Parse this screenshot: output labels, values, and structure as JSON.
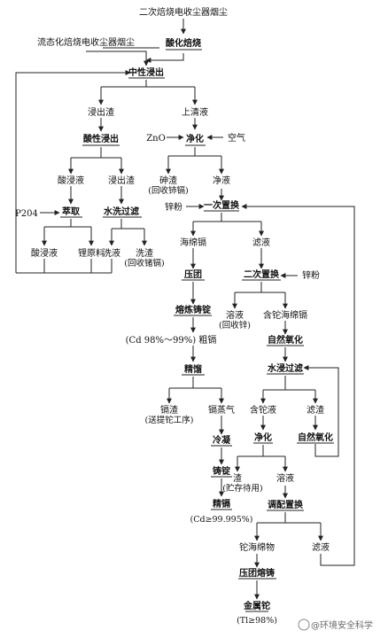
{
  "nodes": {
    "n1": {
      "text": "二次焙烧电收尘器烟尘"
    },
    "n2": {
      "text": "流态化焙烧电收尘器烟尘"
    },
    "n3": {
      "text": "酸化焙烧"
    },
    "n4": {
      "text": "中性浸出"
    },
    "n5": {
      "text": "浸出渣"
    },
    "n6": {
      "text": "上清液"
    },
    "n7": {
      "text": "酸性浸出"
    },
    "n8": {
      "text": "ZnO"
    },
    "n9": {
      "text": "净化"
    },
    "n10": {
      "text": "空气"
    },
    "n11": {
      "text": "酸浸液"
    },
    "n12": {
      "text": "浸出渣"
    },
    "n13": {
      "text": "砷渣",
      "sub": "(回收铈镉)"
    },
    "n14": {
      "text": "净液"
    },
    "n15": {
      "text": "P204"
    },
    "n16": {
      "text": "萃取"
    },
    "n17": {
      "text": "水洗过滤"
    },
    "n18": {
      "text": "锌粉"
    },
    "n19": {
      "text": "一次置换"
    },
    "n20": {
      "text": "酸浸液"
    },
    "n21": {
      "text": "锂原料"
    },
    "n22": {
      "text": "洗液"
    },
    "n23": {
      "text": "洗渣",
      "sub": "(回收锗镉)"
    },
    "n24": {
      "text": "海绵镉"
    },
    "n25": {
      "text": "滤液"
    },
    "n26": {
      "text": "压团"
    },
    "n27": {
      "text": "二次置换"
    },
    "n28": {
      "text": "锌粉"
    },
    "n29": {
      "text": "熔炼铸锭"
    },
    "n30": {
      "text": "溶液",
      "sub": "(回收锌)"
    },
    "n31": {
      "text": "含铊海绵镉"
    },
    "n32": {
      "text": "(Cd 98%～99%) 粗镉"
    },
    "n33": {
      "text": "自然氧化"
    },
    "n34": {
      "text": "精馏"
    },
    "n35": {
      "text": "水浸过滤"
    },
    "n36": {
      "text": "镉渣",
      "sub": "(送提铊工序)"
    },
    "n37": {
      "text": "镉蒸气"
    },
    "n38": {
      "text": "含铊液"
    },
    "n39": {
      "text": "滤渣"
    },
    "n40": {
      "text": "冷凝"
    },
    "n41": {
      "text": "净化"
    },
    "n42": {
      "text": "自然氧化"
    },
    "n43": {
      "text": "铸锭"
    },
    "n44": {
      "text": "渣",
      "sub": "(贮存待用)"
    },
    "n45": {
      "text": "溶液"
    },
    "n46": {
      "text": "精镉"
    },
    "n47": {
      "text": "(Cd≥99.995%)"
    },
    "n48": {
      "text": "调配置换"
    },
    "n49": {
      "text": "铊海绵物"
    },
    "n50": {
      "text": "滤液"
    },
    "n51": {
      "text": "压团熔铸"
    },
    "n52": {
      "text": "金属铊"
    },
    "n53": {
      "text": "(Tl≥98%)"
    }
  },
  "watermark": "@环境安全科学"
}
